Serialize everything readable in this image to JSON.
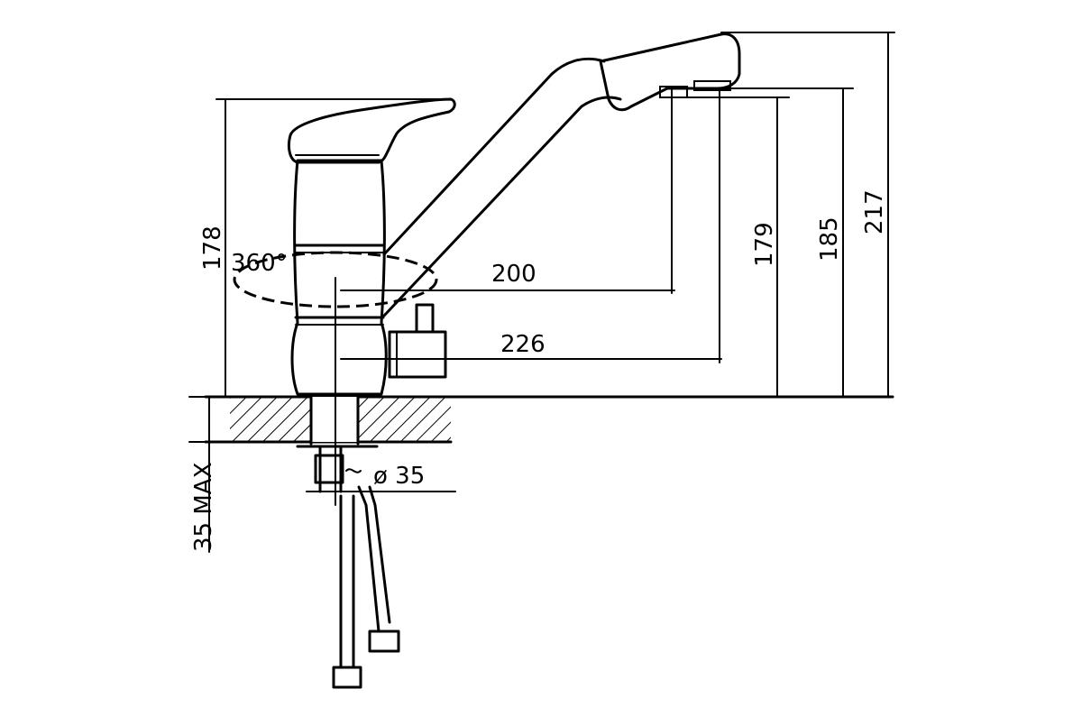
{
  "dimensions": {
    "total_height": "178",
    "rotation": "360°",
    "spout_reach_200": "200",
    "spout_reach_226": "226",
    "spout_height_179": "179",
    "spout_height_185": "185",
    "overall_height_217": "217",
    "counter_thickness_max": "35 MAX",
    "mount_hole": "ø 35"
  }
}
